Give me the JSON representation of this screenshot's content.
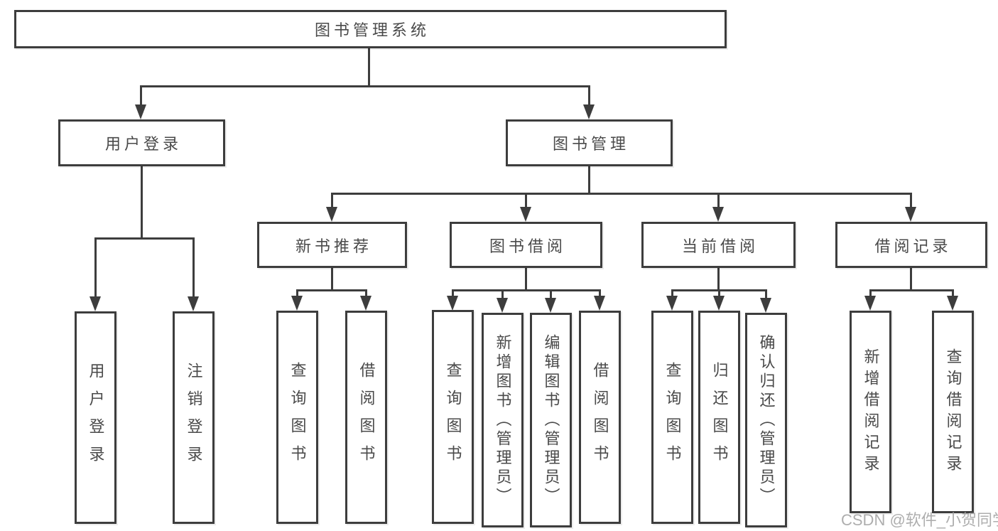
{
  "colors": {
    "line": "#3d3d3d",
    "text": "#4a4a4a",
    "background": "#ffffff",
    "box_bg": "#ffffff",
    "watermark": "#a3a3a3"
  },
  "diagram": {
    "root": {
      "label": "图书管理系统"
    },
    "level2": [
      {
        "label": "用户登录"
      },
      {
        "label": "图书管理"
      }
    ],
    "level3": [
      {
        "label": "新书推荐",
        "parent": "图书管理"
      },
      {
        "label": "图书借阅",
        "parent": "图书管理"
      },
      {
        "label": "当前借阅",
        "parent": "图书管理"
      },
      {
        "label": "借阅记录",
        "parent": "图书管理"
      }
    ],
    "leaves": [
      {
        "label": "用户登录",
        "parent": "用户登录"
      },
      {
        "label": "注销登录",
        "parent": "用户登录"
      },
      {
        "label": "查询图书",
        "parent": "新书推荐"
      },
      {
        "label": "借阅图书",
        "parent": "新书推荐"
      },
      {
        "label": "查询图书",
        "parent": "图书借阅"
      },
      {
        "label": "新增图书（管理员）",
        "parent": "图书借阅"
      },
      {
        "label": "编辑图书（管理员）",
        "parent": "图书借阅"
      },
      {
        "label": "借阅图书",
        "parent": "图书借阅"
      },
      {
        "label": "查询图书",
        "parent": "当前借阅"
      },
      {
        "label": "归还图书",
        "parent": "当前借阅"
      },
      {
        "label": "确认归还（管理员）",
        "parent": "当前借阅"
      },
      {
        "label": "新增借阅记录",
        "parent": "借阅记录"
      },
      {
        "label": "查询借阅记录",
        "parent": "借阅记录"
      }
    ]
  },
  "watermark": {
    "text": "CSDN @软件_小贺同学"
  }
}
